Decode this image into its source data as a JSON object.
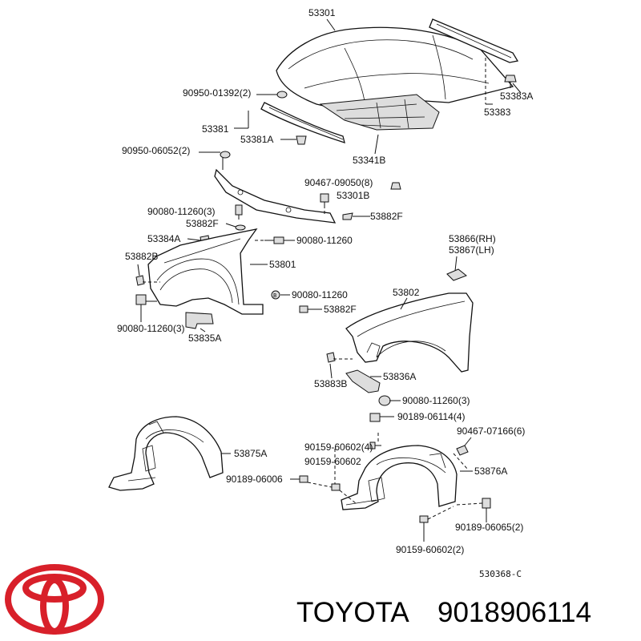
{
  "labels": {
    "hood": "53301",
    "weatherstrip": "53383",
    "weatherstrip_clip": "53383A",
    "bumper": "90950-01392(2)",
    "seal": "53381",
    "seal_clip": "53381A",
    "cushion": "90950-06052(2)",
    "insulator": "53341B",
    "clip_90467": "90467-09050(8)",
    "hood_lock": "53301B",
    "bolt_left_top": "90080-11260(3)",
    "pad_left": "53882F",
    "pad_right": "53882F",
    "bracket": "53384A",
    "bolt_mid": "90080-11260",
    "pad_b": "53882B",
    "fender_left": "53801",
    "bolt_mid2": "90080-11260",
    "pad_f2": "53882F",
    "bolt_left_bot": "90080-11260(3)",
    "bracket2": "53835A",
    "moulding_rh": "53866(RH)",
    "moulding_lh": "53867(LH)",
    "fender_right": "53802",
    "pad_883": "53883B",
    "bracket3": "53836A",
    "bolt_right": "90080-11260(3)",
    "screw_a": "90189-06114(4)",
    "clip_b": "90467-07166(6)",
    "clip_c": "90159-60602(4)",
    "liner_left": "53875A",
    "clip_d": "90159-60602",
    "screw_e": "90189-06006",
    "liner_right": "53876A",
    "screw_f": "90189-06065(2)",
    "clip_g": "90159-60602(2)"
  },
  "diagram_ref": "530368-C",
  "brand": {
    "name": "TOYOTA",
    "part_number": "9018906114",
    "logo_color": "#d8202a",
    "logo_icon": "toyota-emblem-icon"
  }
}
